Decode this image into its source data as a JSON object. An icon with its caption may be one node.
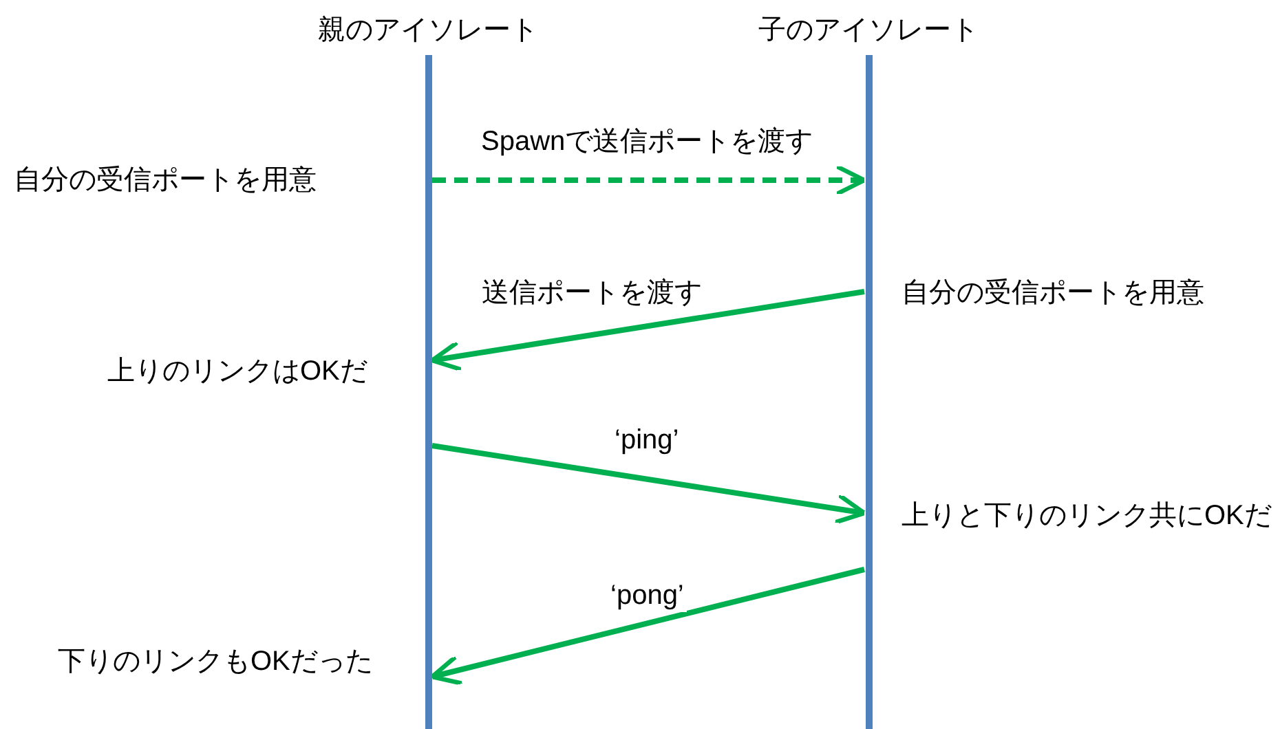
{
  "diagram": {
    "nodes": [
      {
        "text": [
          "親のアイソレート"
        ]
      },
      {
        "text": [
          "子のアイソレート"
        ]
      }
    ],
    "edges": [
      {
        "from": 0,
        "to": 1,
        "arrow": "to",
        "label": "Spawnで送信ポートを渡す",
        "style": "dashed"
      },
      {
        "from": 1,
        "to": 0,
        "arrow": "to",
        "label": "送信ポートを渡す"
      },
      {
        "from": 0,
        "to": 1,
        "arrow": "to",
        "label": "‘ping’"
      },
      {
        "from": 1,
        "to": 0,
        "arrow": "to",
        "label": "‘pong’"
      }
    ],
    "labels": [
      "自分の受信ポートを用意",
      "自分の受信ポートを用意",
      "上りのリンクはOKだ",
      "上りと下りのリンク共にOKだ",
      "下りのリンクもOKだった"
    ]
  }
}
